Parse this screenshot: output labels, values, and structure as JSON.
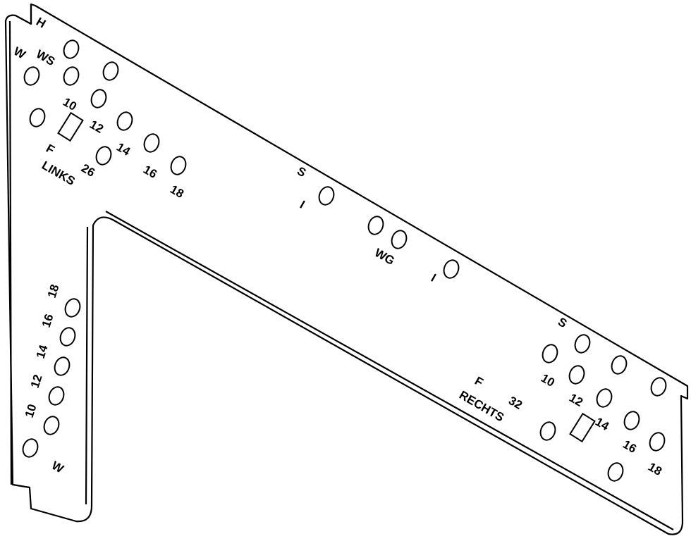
{
  "title_marker": "H",
  "upper_left": {
    "w": "W",
    "ws": "WS",
    "n10": "10",
    "n12": "12",
    "n14": "14",
    "n16": "16",
    "n18": "18",
    "f": "F",
    "side": "LINKS",
    "n26": "26"
  },
  "middle": {
    "s": "S",
    "i1": "I",
    "wg": "WG",
    "i2": "I"
  },
  "lower_right": {
    "s": "S",
    "n10": "10",
    "n12": "12",
    "n14": "14",
    "n16": "16",
    "n18": "18",
    "n32": "32",
    "f": "F",
    "side": "RECHTS"
  },
  "left_leg": {
    "n10": "10",
    "n12": "12",
    "n14": "14",
    "n16": "16",
    "n18": "18",
    "w": "W"
  },
  "colors": {
    "line": "#000000",
    "background": "#ffffff"
  }
}
